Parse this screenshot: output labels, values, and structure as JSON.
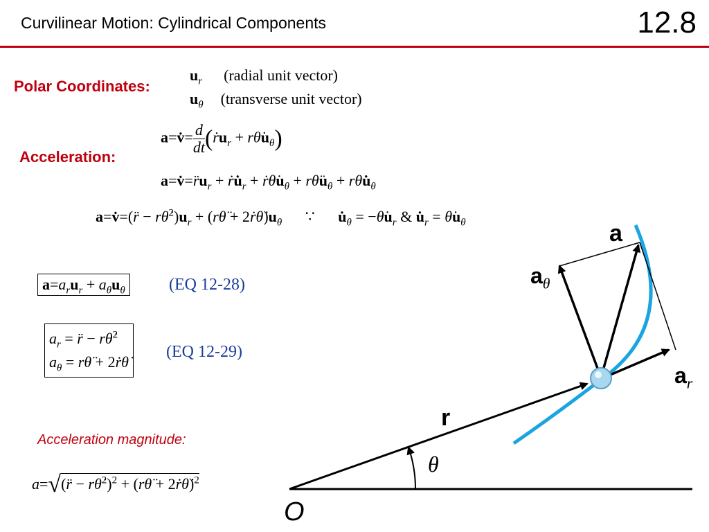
{
  "header": {
    "title": "Curvilinear Motion:  Cylindrical Components",
    "section_number": "12.8",
    "rule_color": "#c0000f"
  },
  "polar": {
    "label": "Polar Coordinates:",
    "unit_r": "(radial unit vector)",
    "unit_theta": "(transverse unit vector)"
  },
  "acceleration": {
    "label": "Acceleration:"
  },
  "equations": {
    "eq1_ref": "(EQ 12-28)",
    "eq2_ref": "(EQ 12-29)"
  },
  "magnitude": {
    "label": "Acceleration magnitude:"
  },
  "figure": {
    "label_a": "a",
    "label_a_theta": "a",
    "label_a_theta_sub": "θ",
    "label_a_r": "a",
    "label_a_r_sub": "r",
    "label_r": "r",
    "label_theta": "θ",
    "label_origin": "O",
    "path_color": "#1aa5e0",
    "particle_color": "#a8d8f0"
  },
  "colors": {
    "accent_red": "#c0000f",
    "eq_ref_blue": "#1a3c9c"
  }
}
